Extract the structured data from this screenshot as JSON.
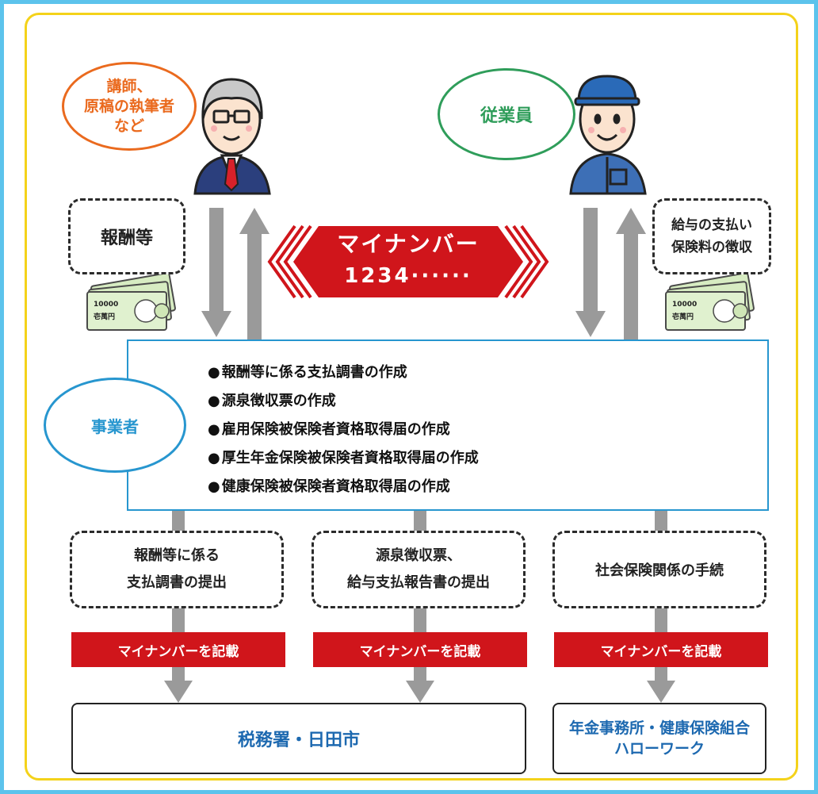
{
  "roles": {
    "lecturer": "講師、\n原稿の執筆者\nなど",
    "employee": "従業員",
    "business": "事業者"
  },
  "flows": {
    "remuneration": "報酬等",
    "salary": "給与の支払い\n保険料の徴収"
  },
  "my_number": {
    "title": "マイナンバー",
    "number": "1234······"
  },
  "banknote": {
    "denomination": "10000",
    "text": "壱萬円"
  },
  "duties": [
    "報酬等に係る支払調書の作成",
    "源泉徴収票の作成",
    "雇用保険被保険者資格取得届の作成",
    "厚生年金保険被保険者資格取得届の作成",
    "健康保険被保険者資格取得届の作成"
  ],
  "submissions": [
    "報酬等に係る\n支払調書の提出",
    "源泉徴収票、\n給与支払報告書の提出",
    "社会保険関係の手続"
  ],
  "record_label": "マイナンバーを記載",
  "offices": {
    "tax": "税務署・日田市",
    "pension": "年金事務所・健康保険組合\nハローワーク"
  },
  "colors": {
    "outer_border": "#5cc3ec",
    "inner_border": "#f4d21a",
    "accent_red": "#d0151b",
    "lecturer_orange": "#ea6a1e",
    "employee_green": "#2f9d5a",
    "business_blue": "#2796cf",
    "office_text": "#1d69b0",
    "arrow_gray": "#9a9a9a"
  }
}
